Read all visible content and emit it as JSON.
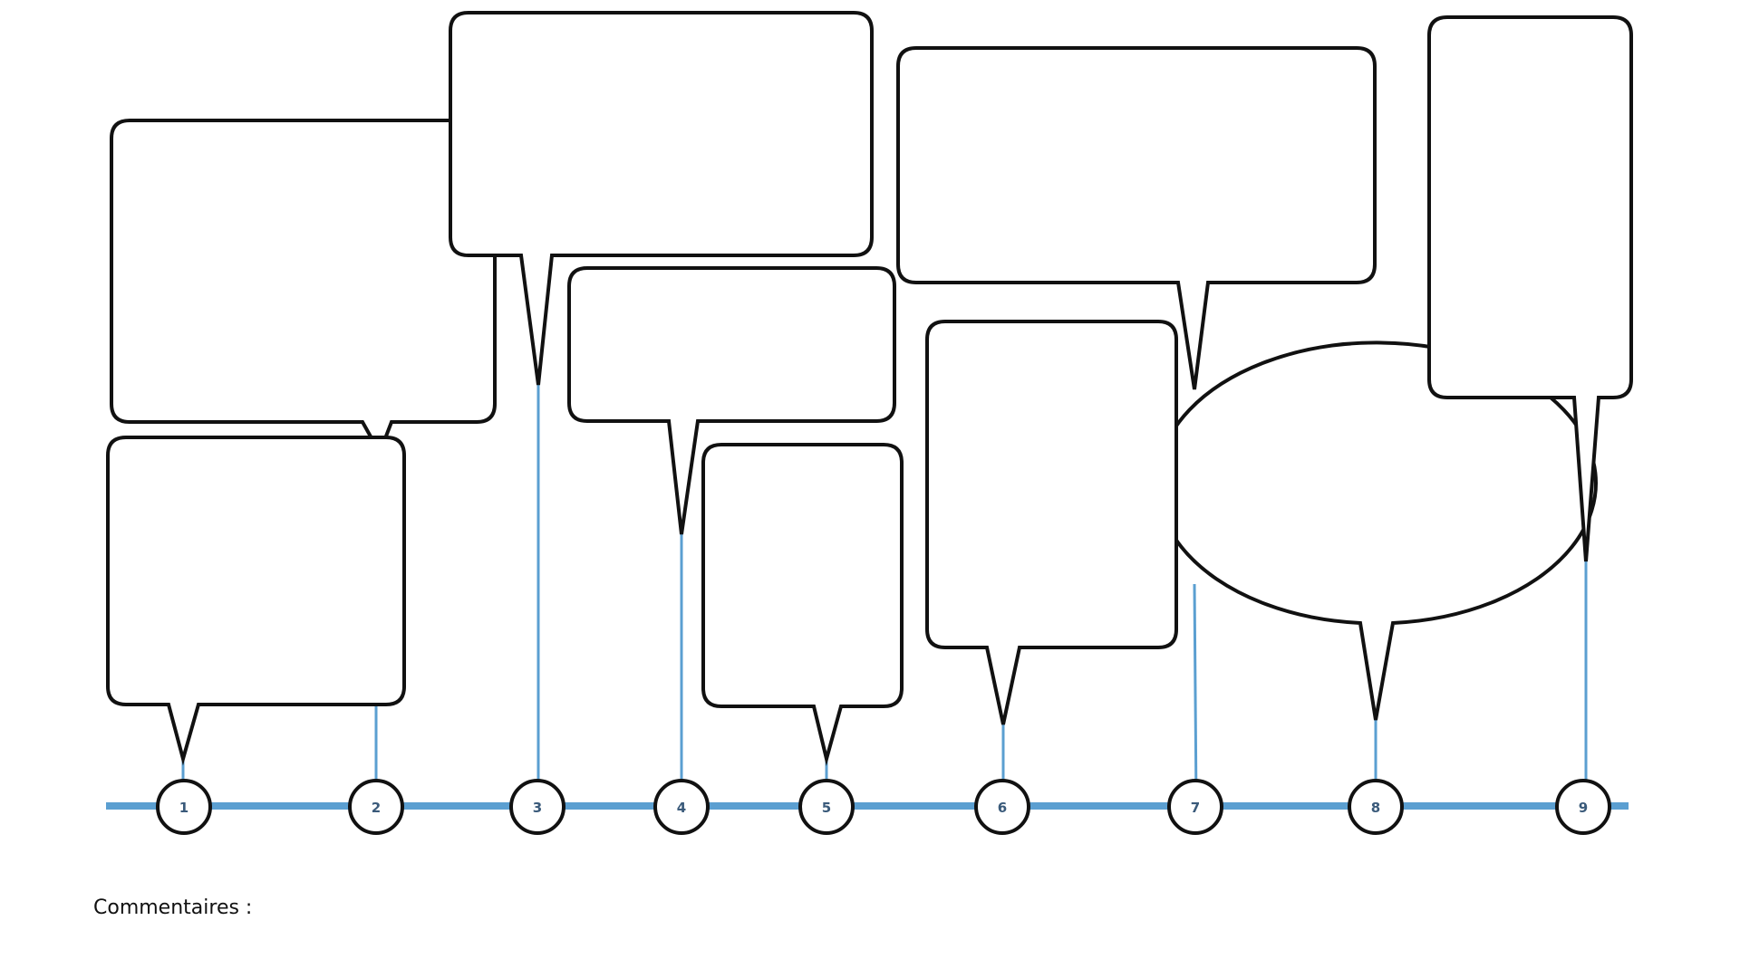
{
  "colors": {
    "timeline": "#5b9fd1",
    "outline": "#111111",
    "marker_text": "#3a5a7a",
    "background": "#ffffff"
  },
  "markers": [
    "1",
    "2",
    "3",
    "4",
    "5",
    "6",
    "7",
    "8",
    "9"
  ],
  "comments_label": "Commentaires :"
}
